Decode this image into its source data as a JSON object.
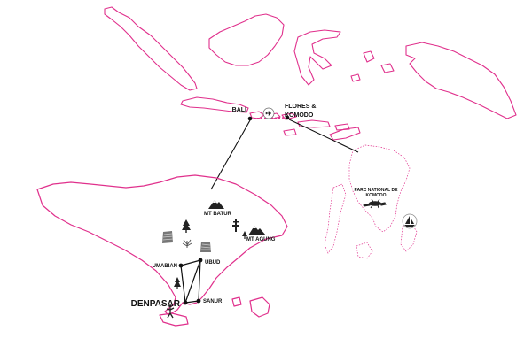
{
  "map": {
    "colors": {
      "coast": "#e0308c",
      "route": "#111111",
      "marker": "#111111",
      "sea": "#ffffff"
    },
    "overview_labels": {
      "bali": "BALI",
      "flores": "FLORES &",
      "komodo": "KOMODO"
    },
    "bali_labels": {
      "mt_batur": "MT BATUR",
      "mt_agung": "MT AGUNG",
      "umabian": "UMABIAN",
      "ubud": "UBUD",
      "denpasar": "DENPASAR",
      "sanur": "SANUR"
    },
    "komodo_labels": {
      "line1": "PARC NATIONAL DE",
      "line2": "KOMODO"
    },
    "icons": [
      "plane-icon",
      "mountain-icon",
      "tree-icon",
      "rice-field-icon",
      "temple-icon",
      "dancer-icon",
      "komodo-dragon-icon",
      "sailboat-icon"
    ]
  }
}
